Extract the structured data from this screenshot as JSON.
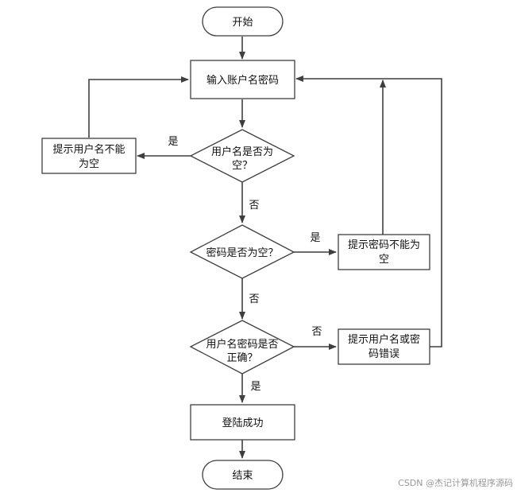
{
  "diagram": {
    "nodes": {
      "start": "开始",
      "input": "输入账户名密码",
      "check_user_l1": "用户名是否为",
      "check_user_l2": "空？",
      "user_empty_l1": "提示用户名不能",
      "user_empty_l2": "为空",
      "check_pwd": "密码是否为空？",
      "pwd_empty_l1": "提示密码不能为",
      "pwd_empty_l2": "空",
      "check_both_l1": "用户名密码是否",
      "check_both_l2": "正确？",
      "error_l1": "提示用户名或密",
      "error_l2": "码错误",
      "login_ok": "登陆成功",
      "end": "结束"
    },
    "edge_labels": {
      "user_yes": "是",
      "user_no": "否",
      "pwd_yes": "是",
      "pwd_no": "否",
      "both_no": "否",
      "both_yes": "是"
    }
  },
  "watermark": "CSDN @杰记计算机程序源码"
}
